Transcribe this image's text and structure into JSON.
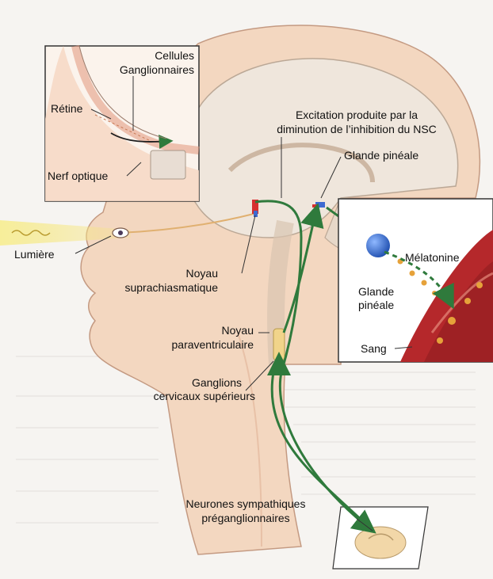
{
  "labels": {
    "cellules_ganglionnaires_1": "Cellules",
    "cellules_ganglionnaires_2": "Ganglionnaires",
    "retine": "Rétine",
    "nerf_optique": "Nerf optique",
    "excitation_1": "Excitation produite par la",
    "excitation_2": "diminution de l’inhibition du NSC",
    "glande_pineale_top": "Glande pinéale",
    "lumiere": "Lumière",
    "melatonine": "Mélatonine",
    "glande_pineale_inset_1": "Glande",
    "glande_pineale_inset_2": "pinéale",
    "sang": "Sang",
    "noyau_supra_1": "Noyau",
    "noyau_supra_2": "suprachiasmatique",
    "noyau_para_1": "Noyau",
    "noyau_para_2": "paraventriculaire",
    "ganglions_1": "Ganglions",
    "ganglions_2": "cervicaux supérieurs",
    "neurones_1": "Neurones sympathiques",
    "neurones_2": "préganglionnaires"
  },
  "colors": {
    "pathway": "#2f7a3c",
    "skin": "#f3d7c0",
    "brain": "#efe6dc",
    "pineal": "#2f6fd1",
    "blood": "#b5282b",
    "melatonin": "#e6a23a",
    "light_ray": "#f2e46a"
  }
}
